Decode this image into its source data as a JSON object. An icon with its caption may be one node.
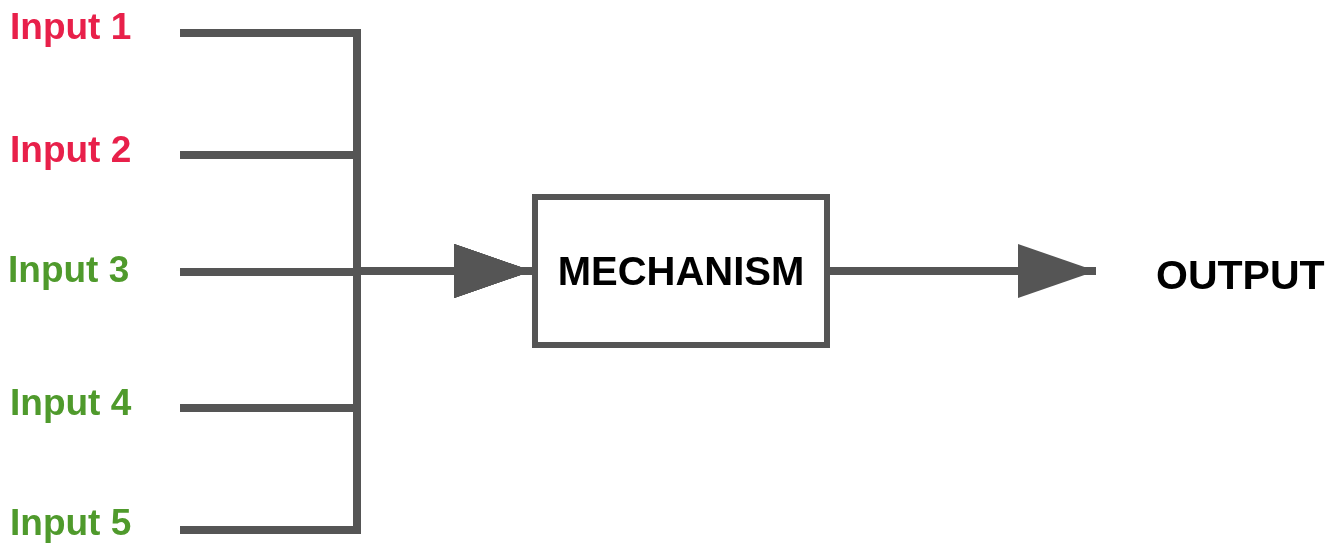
{
  "diagram": {
    "nodes": [
      {
        "text": [
          "Input 1"
        ]
      },
      {
        "text": [
          "Input 2"
        ]
      },
      {
        "text": [
          "Input 3"
        ]
      },
      {
        "text": [
          "Input 4"
        ]
      },
      {
        "text": [
          "Input 5"
        ]
      },
      {
        "text": [
          "MECHANISM"
        ]
      },
      {
        "text": [
          "OUTPUT"
        ]
      }
    ],
    "edges": [
      {
        "from": 0,
        "to": 5,
        "arrow": "to"
      },
      {
        "from": 1,
        "to": 5,
        "arrow": "to"
      },
      {
        "from": 2,
        "to": 5,
        "arrow": "to"
      },
      {
        "from": 3,
        "to": 5,
        "arrow": "to"
      },
      {
        "from": 4,
        "to": 5,
        "arrow": "to"
      },
      {
        "from": 5,
        "to": 6,
        "arrow": "to"
      }
    ]
  }
}
